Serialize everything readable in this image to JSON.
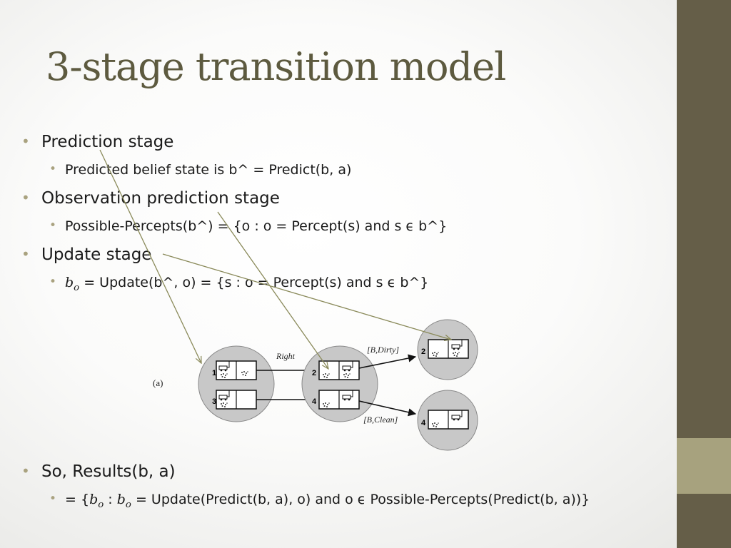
{
  "slide": {
    "title": "3-stage transition model",
    "bullets": {
      "prediction": "Prediction stage",
      "prediction_sub": "Predicted belief state is b^ = Predict(b, a)",
      "observation": "Observation prediction stage",
      "observation_sub": "Possible-Percepts(b^) = {o : o = Percept(s) and s ϵ b^}",
      "update": "Update stage",
      "update_sub_var": "b",
      "update_sub_subscript": "o",
      "update_sub_rest": " = Update(b^, o) = {s : o = Percept(s) and s ϵ b^}",
      "results": "So, Results(b, a)",
      "results_sub_prefix": "= {",
      "results_sub_var1": "b",
      "results_sub_sep": " : ",
      "results_sub_var2": "b",
      "results_sub_subscript": "o",
      "results_sub_rest": " = Update(Predict(b, a), o) and o ϵ Possible-Percepts(Predict(b, a))}"
    }
  },
  "diagram": {
    "panel_label": "(a)",
    "action_label": "Right",
    "percept_dirty": "[B,Dirty]",
    "percept_clean": "[B,Clean]",
    "belief_start_states": [
      "1",
      "3"
    ],
    "belief_predicted_states": [
      "2",
      "4"
    ],
    "belief_dirty_states": [
      "2"
    ],
    "belief_clean_states": [
      "4"
    ],
    "colors": {
      "circle_fill": "#c8c8c8",
      "annotation_arrow": "#8a8a5a",
      "sidebar_dark": "#655e48",
      "sidebar_accent": "#a7a27e",
      "bullet": "#a9a27f",
      "title": "#5d5a3f"
    }
  }
}
